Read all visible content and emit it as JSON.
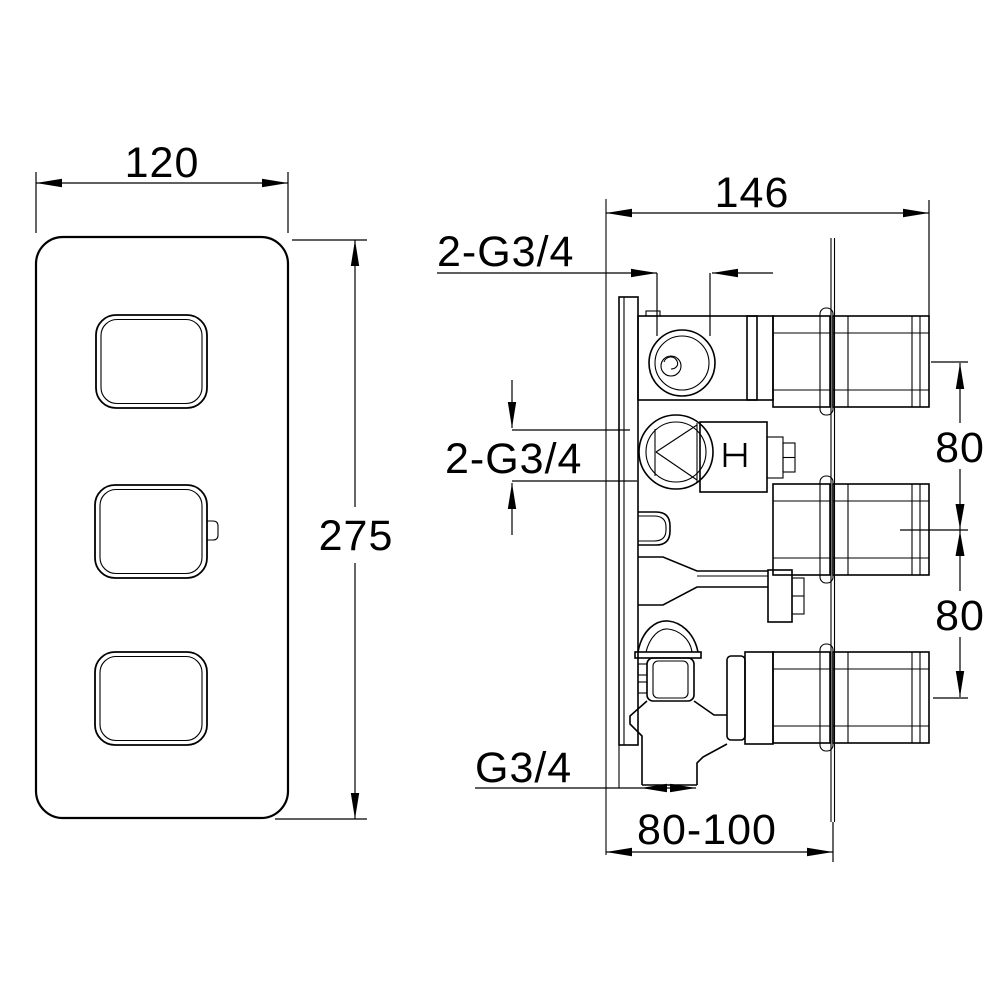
{
  "page": {
    "background": "#ffffff",
    "line_color": "#000000"
  },
  "drawing": {
    "type": "technical-drawing",
    "views": {
      "front": {
        "width_dim": "120",
        "height_dim": "275"
      },
      "side": {
        "depth_dim": "146",
        "top_inlet_thread": "2-G3/4",
        "side_inlet_thread": "2-G3/4",
        "bottom_outlet_thread": "G3/4",
        "port_spacing_upper": "80",
        "port_spacing_lower": "80",
        "install_depth_range": "80-100"
      }
    }
  }
}
